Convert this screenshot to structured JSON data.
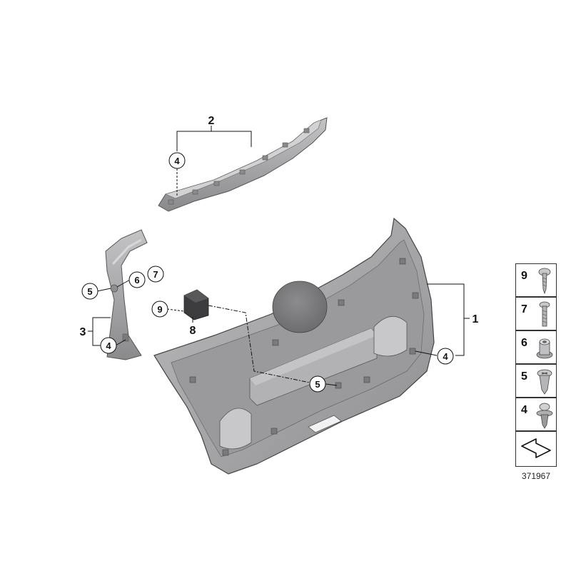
{
  "callouts": {
    "c1": "1",
    "c2": "2",
    "c3": "3",
    "c4_top": "4",
    "c4_left": "4",
    "c4_right": "4",
    "c5_left": "5",
    "c5_bottom": "5",
    "c6": "6",
    "c7": "7",
    "c8": "8",
    "c9": "9"
  },
  "legend": [
    {
      "number": "9",
      "icon": "screw-icon"
    },
    {
      "number": "7",
      "icon": "bolt-icon"
    },
    {
      "number": "6",
      "icon": "grommet-icon"
    },
    {
      "number": "5",
      "icon": "push-rivet-icon"
    },
    {
      "number": "4",
      "icon": "expanding-clip-icon"
    },
    {
      "number": "",
      "icon": "next-arrow-icon"
    }
  ],
  "diagram_id": "371967",
  "colors": {
    "part_fill": "#a9a9ac",
    "part_dark": "#7d7d80",
    "part_light": "#c8c8cb",
    "line": "#111111"
  }
}
